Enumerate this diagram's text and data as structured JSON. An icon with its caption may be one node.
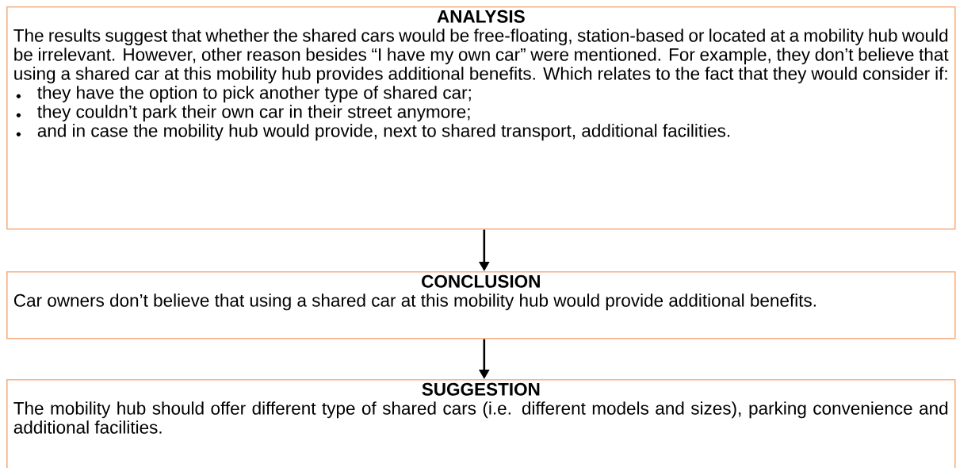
{
  "diagram": {
    "nodes": [
      {
        "text": [
          "ANALYSIS",
          "The results suggest that whether the shared cars would be free-floating, station-based or located at a mobility hub would be irrelevant. However, other reason besides “I have my own car” were mentioned. For example, they don’t believe that using a shared car at this mobility hub provides additional benefits. Which relates to the fact that they would consider if:",
          "they have the option to pick another type of shared car;",
          "they couldn’t park their own car in their street anymore;",
          "and in case the mobility hub would provide, next to shared transport, additional facilities."
        ]
      },
      {
        "text": [
          "CONCLUSION",
          "Car owners don’t believe that using a shared car at this mobility hub would provide additional benefits."
        ]
      },
      {
        "text": [
          "SUGGESTION",
          "The mobility hub should offer different type of shared cars (i.e. different models and sizes), parking convenience and additional facilities."
        ]
      }
    ],
    "edges": [
      {
        "from": 0,
        "to": 1,
        "arrow": "to"
      },
      {
        "from": 1,
        "to": 2,
        "arrow": "to"
      }
    ]
  }
}
